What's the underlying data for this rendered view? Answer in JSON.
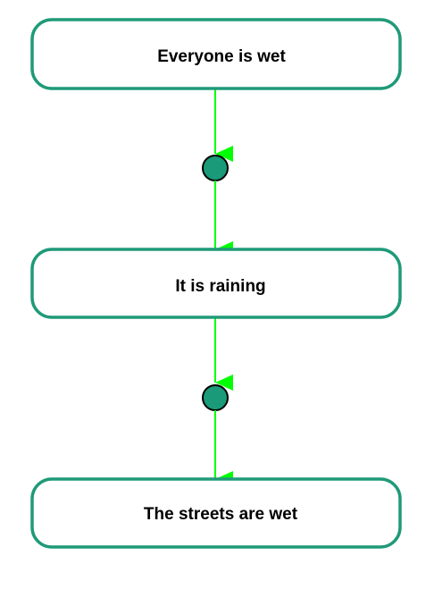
{
  "colors": {
    "node_border": "#1f9a78",
    "edge": "#00ff00",
    "junction_fill": "#1a9a78",
    "junction_border": "#000000",
    "background": "#ffffff"
  },
  "nodes": [
    {
      "id": "everyone-wet",
      "label": "Everyone is wet"
    },
    {
      "id": "it-is-raining",
      "label": "It is raining"
    },
    {
      "id": "streets-wet",
      "label": "The streets are wet"
    }
  ],
  "edges": [
    {
      "from": "everyone-wet",
      "to": "it-is-raining",
      "via_junction": true
    },
    {
      "from": "it-is-raining",
      "to": "streets-wet",
      "via_junction": true
    }
  ]
}
